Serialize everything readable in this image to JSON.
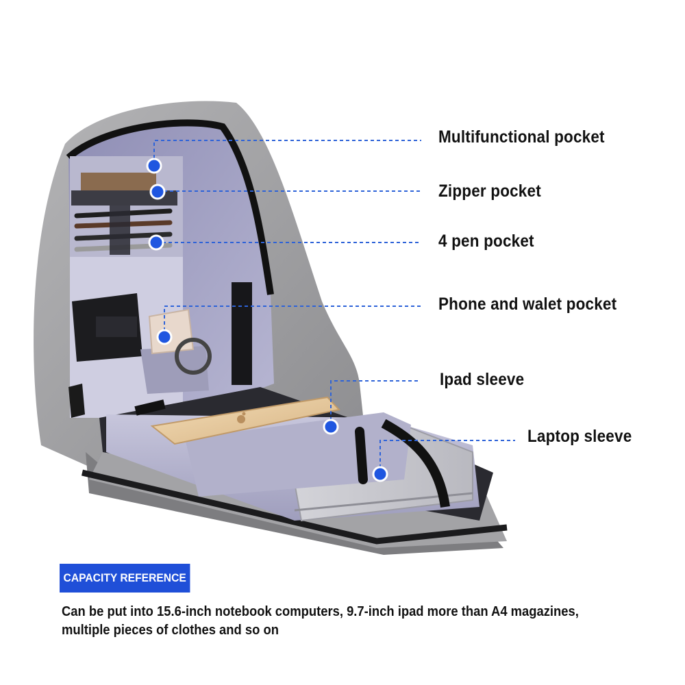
{
  "callouts": {
    "multifunctional": "Multifunctional pocket",
    "zipper": "Zipper pocket",
    "pen": "4 pen pocket",
    "phone": "Phone and walet pocket",
    "ipad": "Ipad sleeve",
    "laptop": "Laptop sleeve"
  },
  "capacity": {
    "badge": "CAPACITY REFERENCE",
    "line1": "Can be put into 15.6-inch notebook computers, 9.7-inch ipad more than A4 magazines,",
    "line2": "multiple pieces of clothes and so on"
  },
  "colors": {
    "leader_line": "#2e63d8",
    "marker_dot": "#1f56e0",
    "badge_bg": "#1f4fd8",
    "fabric_gray": "#9b9b9d",
    "lining_lavender": "#a9a8c6"
  },
  "icons": [
    "apple-logo-icon"
  ]
}
